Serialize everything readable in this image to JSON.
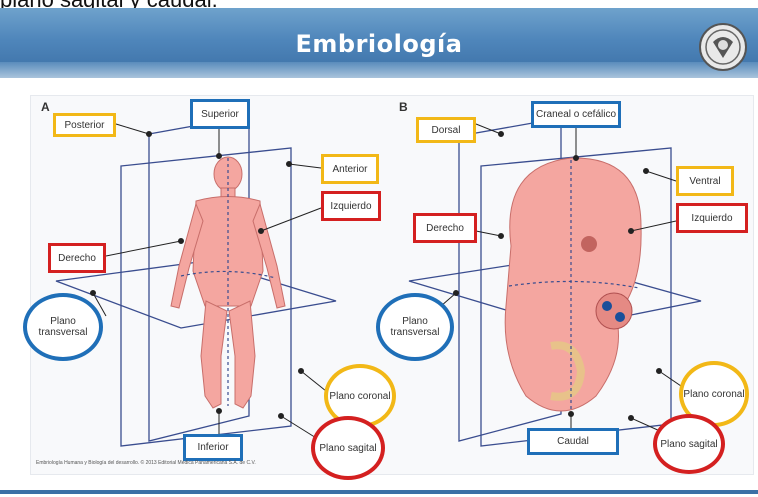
{
  "caption": "plano sagital y caudal.",
  "header": {
    "title": "Embriología",
    "seal_icon": "university-seal"
  },
  "panel_a": {
    "letter": "A",
    "labels": {
      "posterior": "Posterior",
      "superior": "Superior",
      "anterior": "Anterior",
      "izquierdo": "Izquierdo",
      "derecho": "Derecho",
      "inferior": "Inferior",
      "plano_transversal": "Plano transversal",
      "plano_coronal": "Plano coronal",
      "plano_sagital": "Plano sagital"
    }
  },
  "panel_b": {
    "letter": "B",
    "labels": {
      "dorsal": "Dorsal",
      "craneal": "Craneal o cefálico",
      "ventral": "Ventral",
      "izquierdo": "Izquierdo",
      "derecho": "Derecho",
      "caudal": "Caudal",
      "plano_transversal": "Plano transversal",
      "plano_coronal": "Plano coronal",
      "plano_sagital": "Plano sagital"
    }
  },
  "credit": "Embriología Humana y Biología del desarrollo. © 2013 Editorial Médica Panamericana S.A. de C.V.",
  "colors": {
    "yellow": "#f2b817",
    "blue": "#1f6fb8",
    "red": "#d42020",
    "skin": "#f4a6a0",
    "plane": "#3a4d8f"
  }
}
